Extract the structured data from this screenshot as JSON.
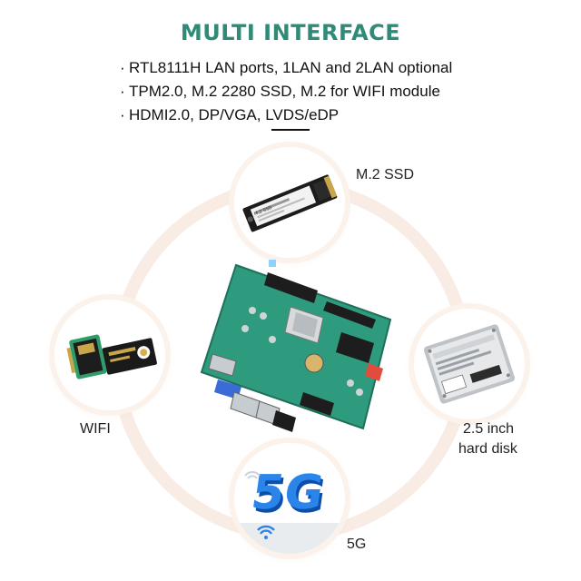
{
  "header": {
    "title": "MULTI INTERFACE",
    "bullets": [
      "RTL8111H LAN ports, 1LAN and 2LAN optional",
      "TPM2.0, M.2 2280 SSD, M.2 for WIFI module",
      "HDMI2.0, DP/VGA, LVDS/eDP"
    ],
    "bullet_marker": "·"
  },
  "diagram": {
    "ssd_label": "M.2 SSD",
    "wifi_label": "WIFI",
    "hdd_label_line1": "2.5 inch",
    "hdd_label_line2": "hard disk",
    "fiveg_label": "5G",
    "fiveg_logo_text": "5G",
    "ssd_sticker": "M.2 SSD"
  },
  "colors": {
    "title": "#2f8a78",
    "ring": "#f8ece5",
    "board": "#2e9a7e",
    "logo_blue": "#1b6fd6"
  }
}
